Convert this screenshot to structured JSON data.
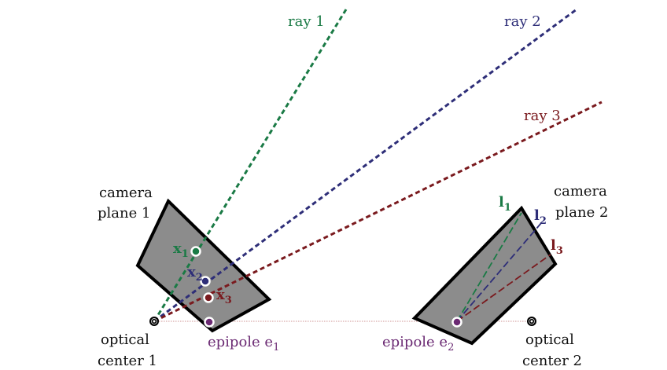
{
  "colors": {
    "ray1": "#1a7a45",
    "ray2": "#2e2e78",
    "ray3": "#7a1a1e",
    "epipole": "#6b2a73",
    "plane_fill": "#8c8c8c",
    "text": "#111111"
  },
  "rays": [
    {
      "name": "ray 1"
    },
    {
      "name": "ray 2"
    },
    {
      "name": "ray 3"
    }
  ],
  "camera1": {
    "plane_label_line1": "camera",
    "plane_label_line2": "plane 1",
    "center_label_line1": "optical",
    "center_label_line2": "center 1",
    "points": [
      {
        "base": "x",
        "sub": "1"
      },
      {
        "base": "x",
        "sub": "2"
      },
      {
        "base": "x",
        "sub": "3"
      }
    ],
    "epipole": {
      "prefix": "epipole ",
      "base": "e",
      "sub": "1"
    }
  },
  "camera2": {
    "plane_label_line1": "camera",
    "plane_label_line2": "plane 2",
    "center_label_line1": "optical",
    "center_label_line2": "center 2",
    "lines": [
      {
        "base": "l",
        "sub": "1"
      },
      {
        "base": "l",
        "sub": "2"
      },
      {
        "base": "l",
        "sub": "3"
      }
    ],
    "epipole": {
      "prefix": "epipole ",
      "base": "e",
      "sub": "2"
    }
  }
}
